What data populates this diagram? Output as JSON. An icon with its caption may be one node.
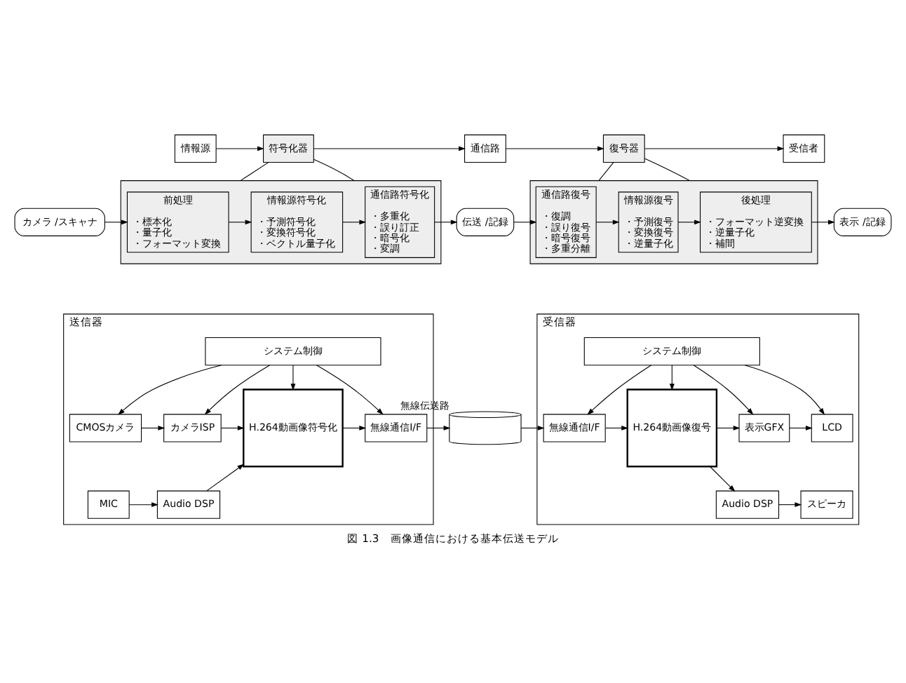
{
  "diagram": {
    "caption": "図 1.3　画像通信における基本伝送モデル",
    "nodes": [
      {
        "text": [
          "情報源"
        ]
      },
      {
        "text": [
          "符号化器"
        ]
      },
      {
        "text": [
          "通信路"
        ]
      },
      {
        "text": [
          "復号器"
        ]
      },
      {
        "text": [
          "受信者"
        ]
      },
      {
        "text": [
          "カメラ /スキャナ"
        ]
      },
      {
        "text": [],
        "shape": "box"
      },
      {
        "text": [
          "前処理",
          "・標本化",
          "・量子化",
          "・フォーマット変換"
        ],
        "in": 6
      },
      {
        "text": [
          "情報源符号化",
          "・予測符号化",
          "・変換符号化",
          "・ベクトル量子化"
        ],
        "in": 6
      },
      {
        "text": [
          "通信路符号化",
          "・多重化",
          "・誤り訂正",
          "・暗号化",
          "・変調"
        ],
        "in": 6
      },
      {
        "text": [
          "伝送 /記録"
        ]
      },
      {
        "text": [],
        "shape": "box"
      },
      {
        "text": [
          "通信路復号",
          "・復調",
          "・誤り復号",
          "・暗号復号",
          "・多重分離"
        ],
        "in": 11
      },
      {
        "text": [
          "情報源復号",
          "・予測復号",
          "・変換復号",
          "・逆量子化"
        ],
        "in": 11
      },
      {
        "text": [
          "後処理",
          "・フォーマット逆変換",
          "・逆量子化",
          "・補間"
        ],
        "in": 11
      },
      {
        "text": [
          "表示 /記録"
        ]
      },
      {
        "text": [
          "送信器"
        ]
      },
      {
        "text": [
          "システム制御"
        ],
        "in": 16
      },
      {
        "text": [
          "CMOSカメラ"
        ],
        "in": 16
      },
      {
        "text": [
          "カメラISP"
        ],
        "in": 16
      },
      {
        "text": [
          "H.264動画像符号化"
        ],
        "in": 16
      },
      {
        "text": [
          "無線通信I/F"
        ],
        "in": 16
      },
      {
        "text": [
          "MIC"
        ],
        "in": 16
      },
      {
        "text": [
          "Audio DSP"
        ],
        "in": 16
      },
      {
        "text": [],
        "shape": "cylinder",
        "beside": [
          "無線伝送路"
        ]
      },
      {
        "text": [
          "受信器"
        ]
      },
      {
        "text": [
          "システム制御"
        ],
        "in": 25
      },
      {
        "text": [
          "無線通信I/F"
        ],
        "in": 25
      },
      {
        "text": [
          "H.264動画像復号"
        ],
        "in": 25
      },
      {
        "text": [
          "表示GFX"
        ],
        "in": 25
      },
      {
        "text": [
          "LCD"
        ],
        "in": 25
      },
      {
        "text": [
          "Audio DSP"
        ],
        "in": 25
      },
      {
        "text": [
          "スピーカ"
        ],
        "in": 25
      }
    ],
    "edges": [
      {
        "from": 0,
        "to": 1,
        "arrow": "to"
      },
      {
        "from": 1,
        "to": 2,
        "arrow": "to"
      },
      {
        "from": 2,
        "to": 3,
        "arrow": "to"
      },
      {
        "from": 3,
        "to": 4,
        "arrow": "to"
      },
      {
        "from": 1,
        "to": 6,
        "arrow": "none"
      },
      {
        "from": 1,
        "to": 6,
        "arrow": "none"
      },
      {
        "from": 3,
        "to": 11,
        "arrow": "none"
      },
      {
        "from": 3,
        "to": 11,
        "arrow": "none"
      },
      {
        "from": 5,
        "to": 7,
        "arrow": "to"
      },
      {
        "from": 7,
        "to": 8,
        "arrow": "to"
      },
      {
        "from": 8,
        "to": 9,
        "arrow": "to"
      },
      {
        "from": 9,
        "to": 10,
        "arrow": "to"
      },
      {
        "from": 10,
        "to": 12,
        "arrow": "to"
      },
      {
        "from": 12,
        "to": 13,
        "arrow": "to"
      },
      {
        "from": 13,
        "to": 14,
        "arrow": "to"
      },
      {
        "from": 14,
        "to": 15,
        "arrow": "to"
      },
      {
        "from": 17,
        "to": 18,
        "arrow": "to"
      },
      {
        "from": 17,
        "to": 19,
        "arrow": "to"
      },
      {
        "from": 17,
        "to": 20,
        "arrow": "to"
      },
      {
        "from": 17,
        "to": 21,
        "arrow": "to"
      },
      {
        "from": 18,
        "to": 19,
        "arrow": "to"
      },
      {
        "from": 19,
        "to": 20,
        "arrow": "to"
      },
      {
        "from": 22,
        "to": 23,
        "arrow": "to"
      },
      {
        "from": 23,
        "to": 20,
        "arrow": "to"
      },
      {
        "from": 20,
        "to": 21,
        "arrow": "to"
      },
      {
        "from": 21,
        "to": 24,
        "arrow": "to"
      },
      {
        "from": 24,
        "to": 27,
        "arrow": "to"
      },
      {
        "from": 26,
        "to": 27,
        "arrow": "to"
      },
      {
        "from": 26,
        "to": 28,
        "arrow": "to"
      },
      {
        "from": 26,
        "to": 29,
        "arrow": "to"
      },
      {
        "from": 26,
        "to": 30,
        "arrow": "to"
      },
      {
        "from": 27,
        "to": 28,
        "arrow": "to"
      },
      {
        "from": 28,
        "to": 29,
        "arrow": "to"
      },
      {
        "from": 29,
        "to": 30,
        "arrow": "to"
      },
      {
        "from": 28,
        "to": 31,
        "arrow": "to"
      },
      {
        "from": 31,
        "to": 32,
        "arrow": "to"
      }
    ]
  }
}
